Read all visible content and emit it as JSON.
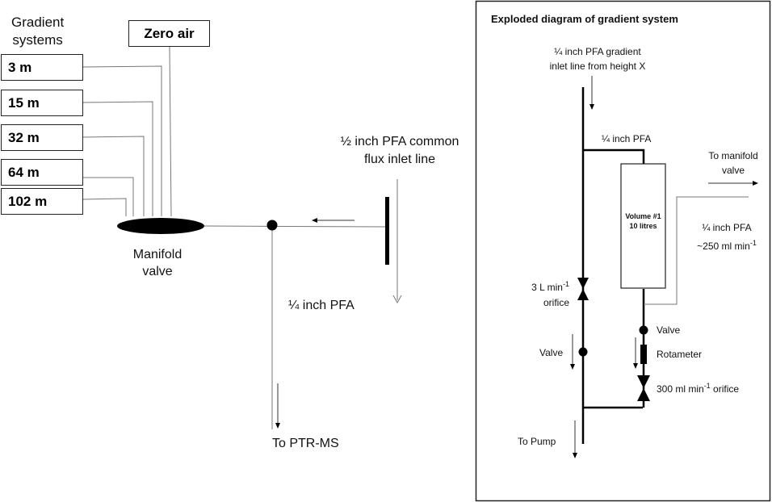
{
  "left": {
    "heading_line1": "Gradient",
    "heading_line2": "systems",
    "zero_air": "Zero air",
    "heights": [
      "3 m",
      "15 m",
      "32 m",
      "64 m",
      "102 m"
    ],
    "manifold_line1": "Manifold",
    "manifold_line2": "valve",
    "common_inlet_line1": "½ inch PFA common",
    "common_inlet_line2": "flux inlet line",
    "quarter_pfa": "¼ inch PFA",
    "to_ptr": "To PTR-MS"
  },
  "exploded": {
    "title": "Exploded diagram of gradient system",
    "inlet_line1": "¼ inch PFA gradient",
    "inlet_line2": "inlet line from height X",
    "quarter_pfa_top": "¼ inch PFA",
    "to_manifold_line1": "To manifold",
    "to_manifold_line2": "valve",
    "volume_line1": "Volume #1",
    "volume_line2": "10 litres",
    "outlet_pfa_line1": "¼ inch PFA",
    "outlet_pfa_line2_pre": "~250 ml min",
    "outlet_pfa_sup": "-1",
    "orifice_3l_pre": "3 L min",
    "orifice_3l_sup": "-1",
    "orifice_3l_line2": "orifice",
    "valve_left": "Valve",
    "valve_right": "Valve",
    "rotameter": "Rotameter",
    "orifice_300_pre": "300 ml min",
    "orifice_300_sup": "-1",
    "orifice_300_post": " orifice",
    "to_pump": "To Pump"
  }
}
